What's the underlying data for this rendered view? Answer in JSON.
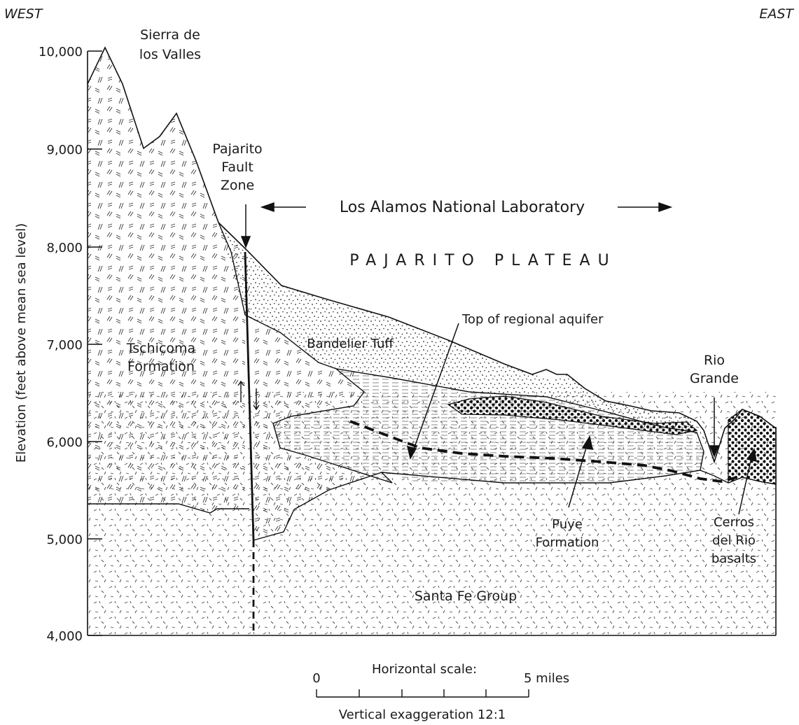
{
  "orientation": {
    "west": "WEST",
    "east": "EAST"
  },
  "y_axis": {
    "label": "Elevation (feet above mean sea level)",
    "ticks": [
      "10,000",
      "9,000",
      "8,000",
      "7,000",
      "6,000",
      "5,000",
      "4,000"
    ]
  },
  "features": {
    "sierra_line1": "Sierra de",
    "sierra_line2": "los Valles",
    "fault_line1": "Pajarito",
    "fault_line2": "Fault",
    "fault_line3": "Zone",
    "lab": "Los Alamos National Laboratory",
    "plateau": "PAJARITO PLATEAU",
    "aquifer": "Top of regional aquifer",
    "rio_line1": "Rio",
    "rio_line2": "Grande"
  },
  "formations": {
    "tschicoma_line1": "Tschicoma",
    "tschicoma_line2": "Formation",
    "bandelier": "Bandelier Tuff",
    "puye_line1": "Puye",
    "puye_line2": "Formation",
    "cerros_line1": "Cerros",
    "cerros_line2": "del Rio",
    "cerros_line3": "basalts",
    "santa_fe": "Santa Fe Group"
  },
  "scale": {
    "title": "Horizontal scale:",
    "zero": "0",
    "end": "5 miles",
    "exaggeration": "Vertical exaggeration 12:1"
  }
}
